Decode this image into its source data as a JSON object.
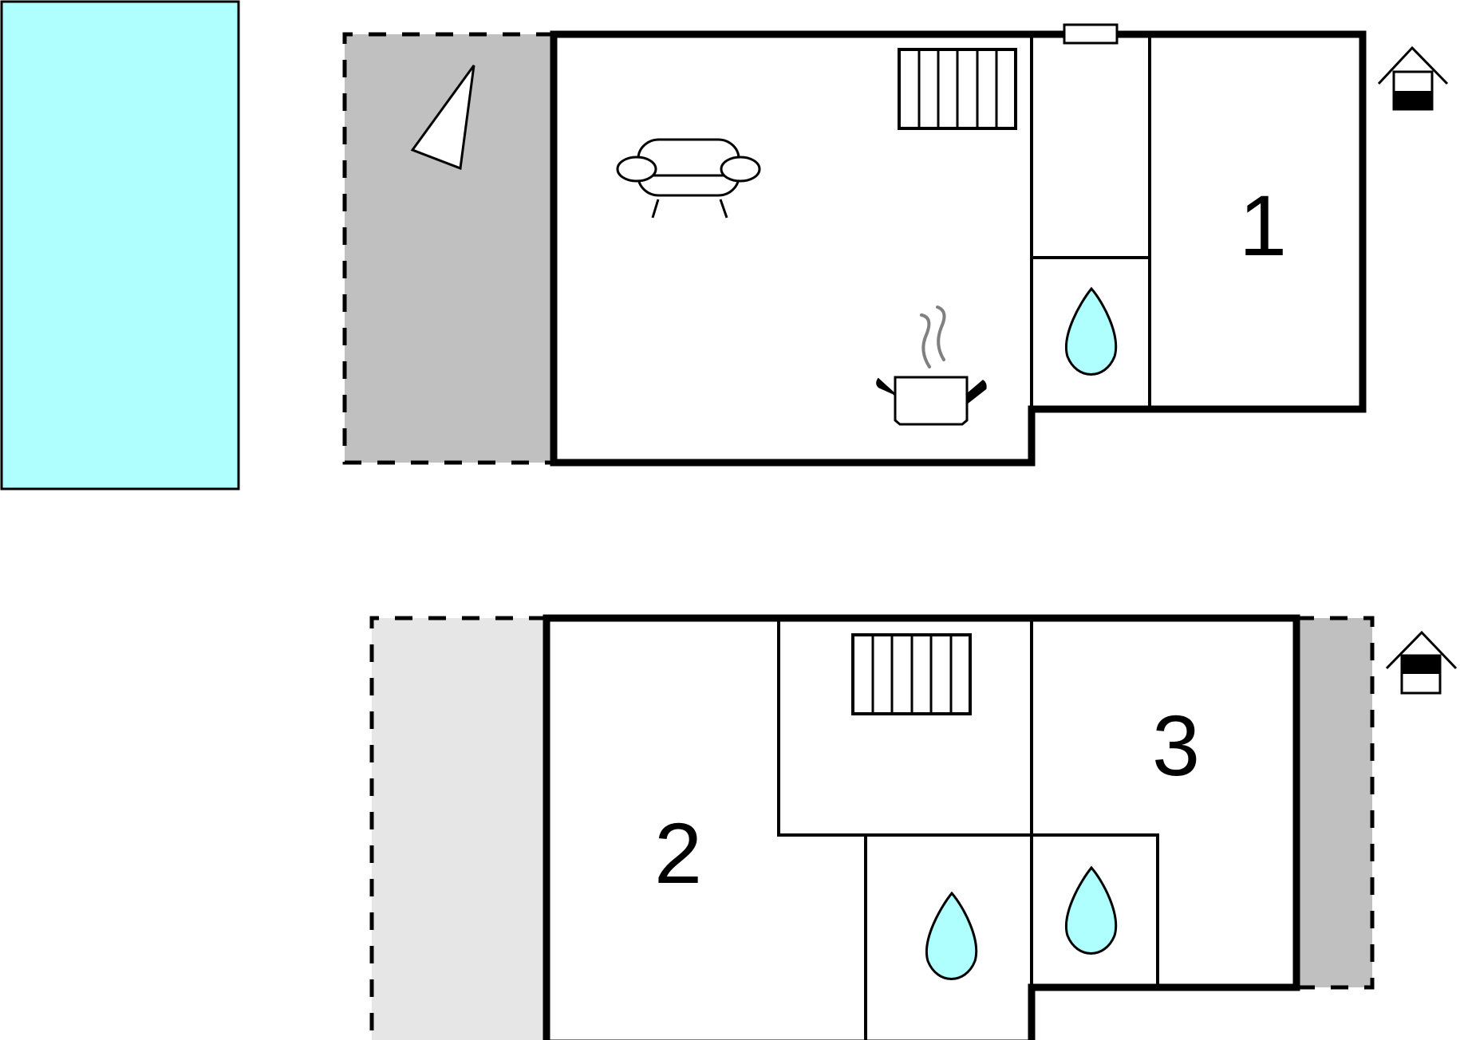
{
  "floor_plan": {
    "ground_floor": {
      "rooms": [
        {
          "id": "living-kitchen",
          "label": ""
        },
        {
          "id": "bathroom",
          "label": ""
        },
        {
          "id": "bedroom-1",
          "label": "1"
        }
      ],
      "symbols": [
        "sofa-icon",
        "stairs-icon",
        "cooking-pot-icon",
        "water-drop-icon",
        "parasol-icon",
        "window-icon"
      ],
      "floor_indicator": "ground-floor-house-icon"
    },
    "upper_floor": {
      "rooms": [
        {
          "id": "bedroom-2",
          "label": "2"
        },
        {
          "id": "bedroom-3",
          "label": "3"
        },
        {
          "id": "bathroom-a",
          "label": ""
        },
        {
          "id": "bathroom-b",
          "label": ""
        }
      ],
      "symbols": [
        "stairs-icon",
        "water-drop-icon",
        "water-drop-icon"
      ],
      "floor_indicator": "upper-floor-house-icon"
    },
    "colors": {
      "pool": "#b0ffff",
      "terrace": "#c0c0c0",
      "balcony": "#e6e6e6",
      "water": "#b0ffff",
      "wall": "#000000",
      "steam": "#808080"
    }
  }
}
